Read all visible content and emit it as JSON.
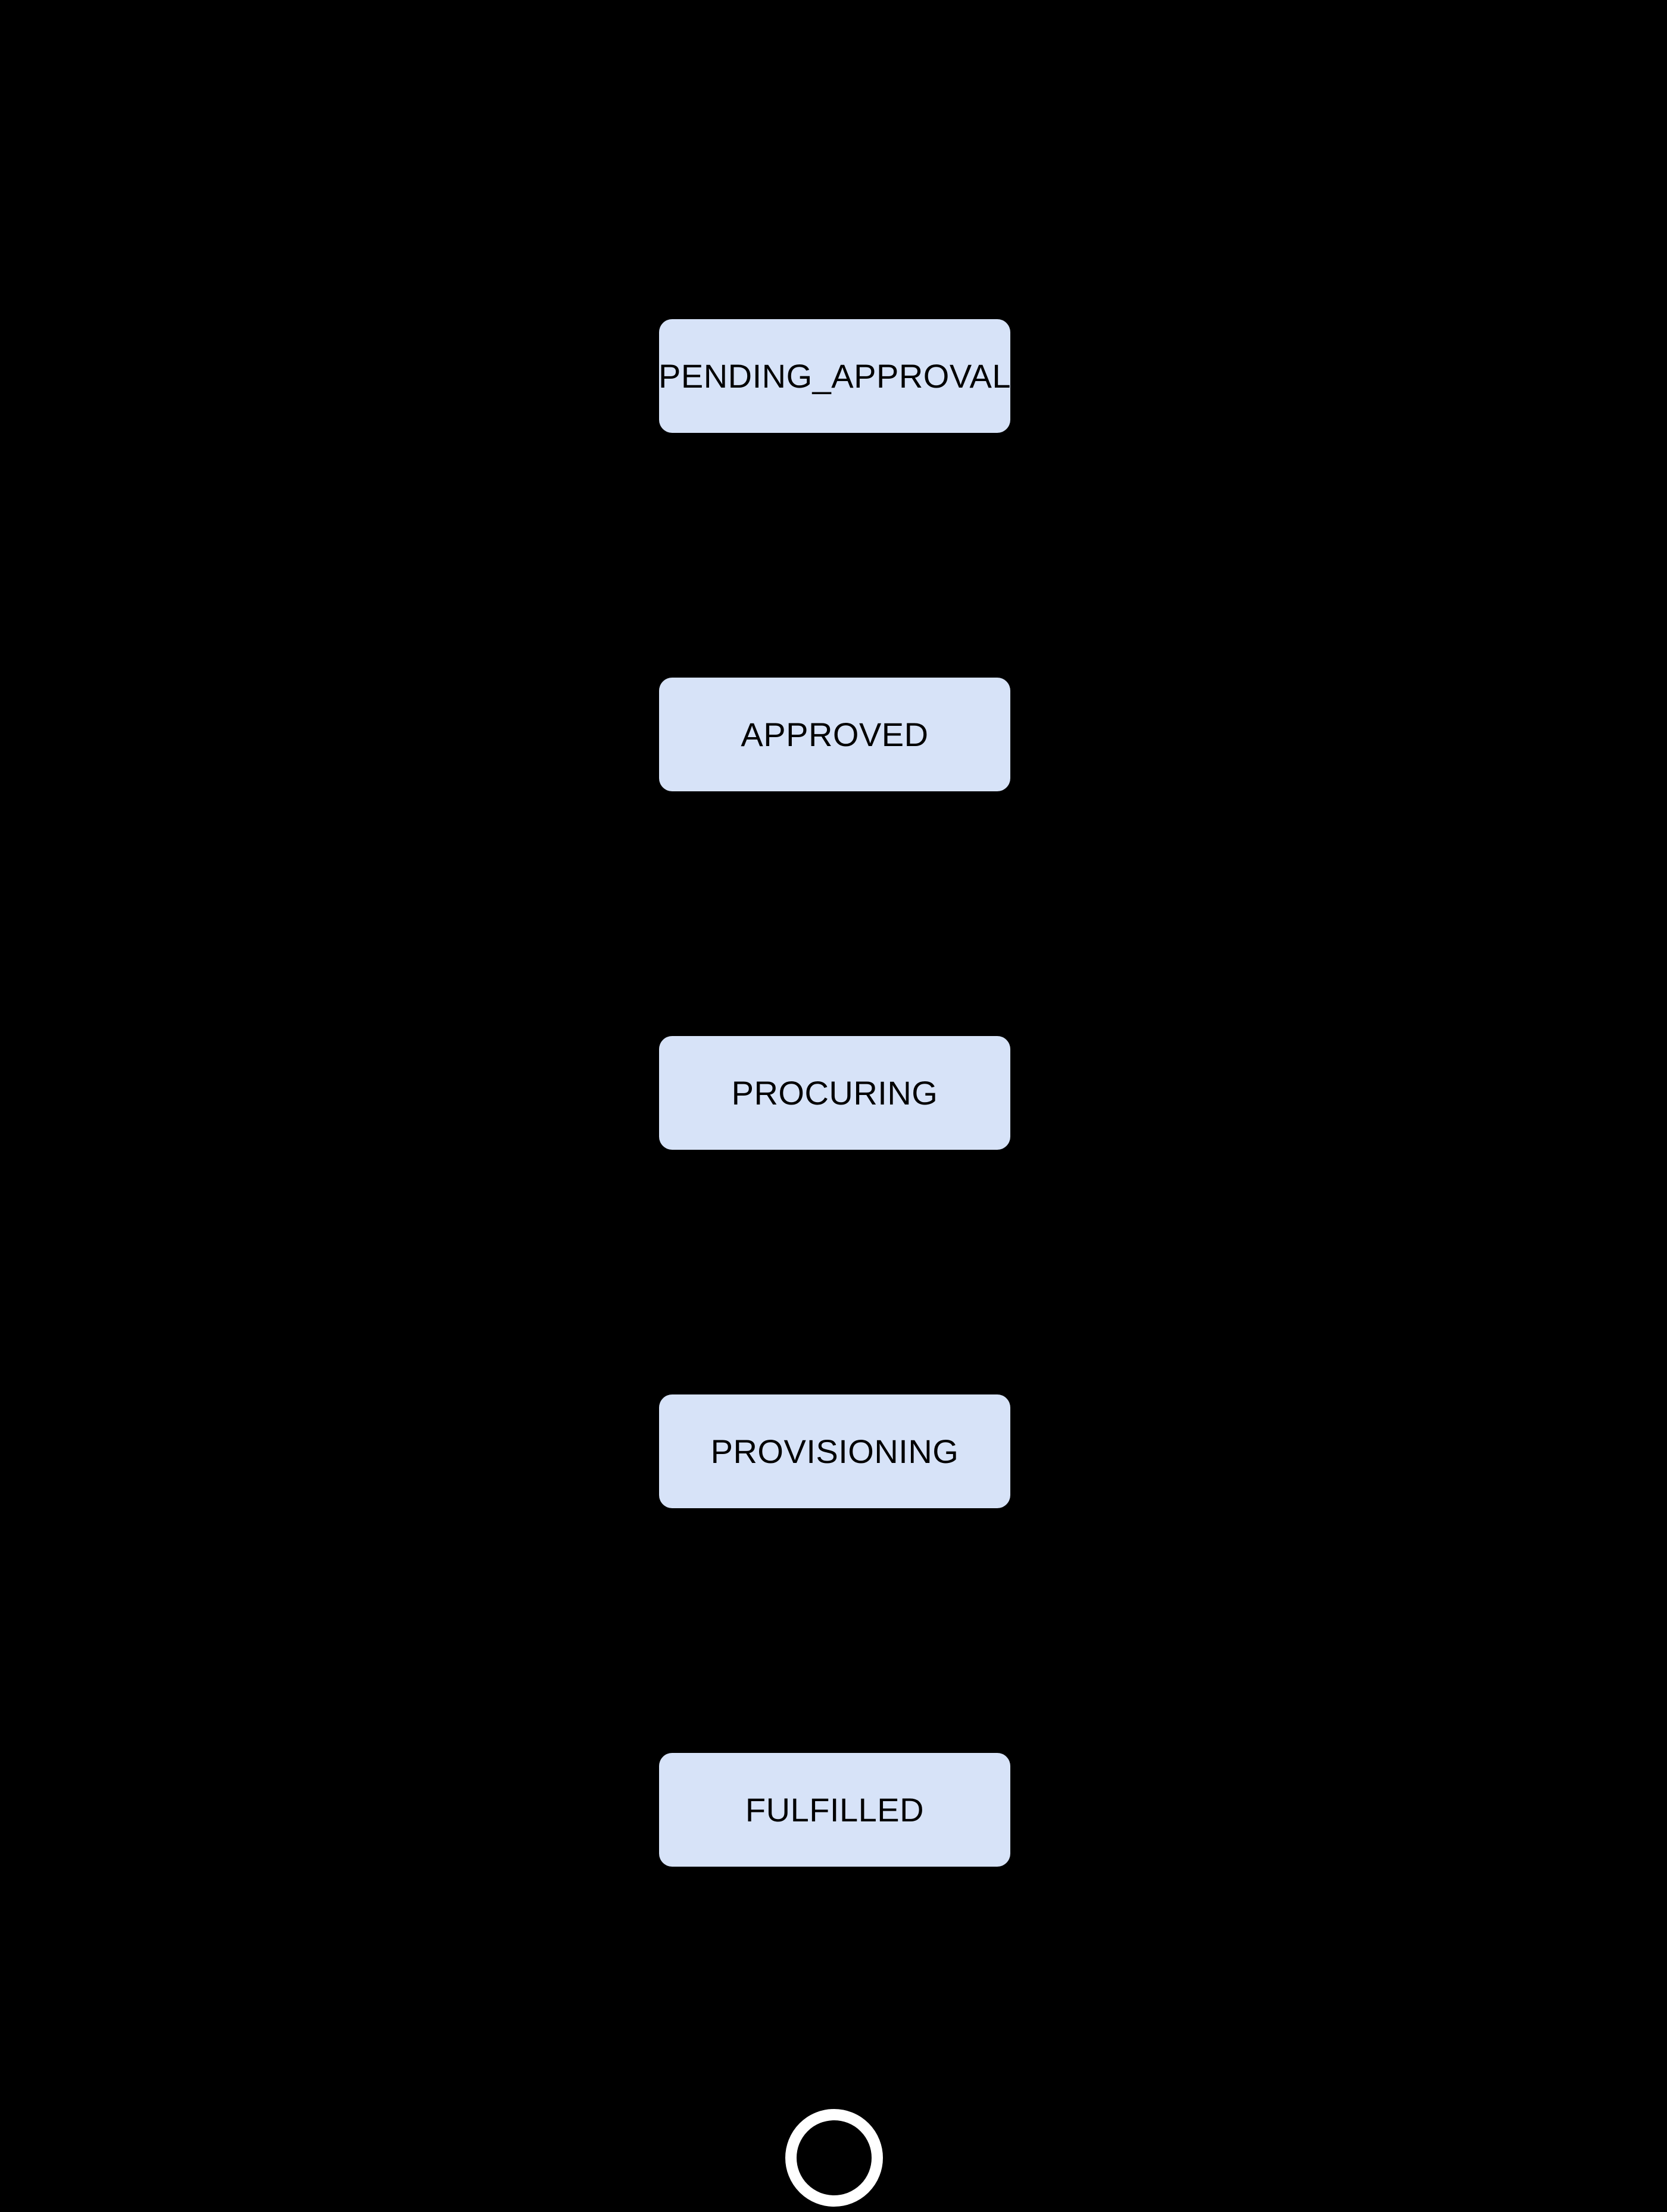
{
  "diagram": {
    "type": "state-flow-vertical",
    "background_color": "#000000",
    "node_fill_color": "#d7e3f8",
    "node_text_color": "#000000",
    "final_ring_color": "#ffffff",
    "states": [
      {
        "id": "pending_approval",
        "label": "PENDING_APPROVAL"
      },
      {
        "id": "approved",
        "label": "APPROVED"
      },
      {
        "id": "procuring",
        "label": "PROCURING"
      },
      {
        "id": "provisioning",
        "label": "PROVISIONING"
      },
      {
        "id": "fulfilled",
        "label": "FULFILLED"
      }
    ],
    "final_state": {
      "shape": "outlined-circle"
    }
  }
}
